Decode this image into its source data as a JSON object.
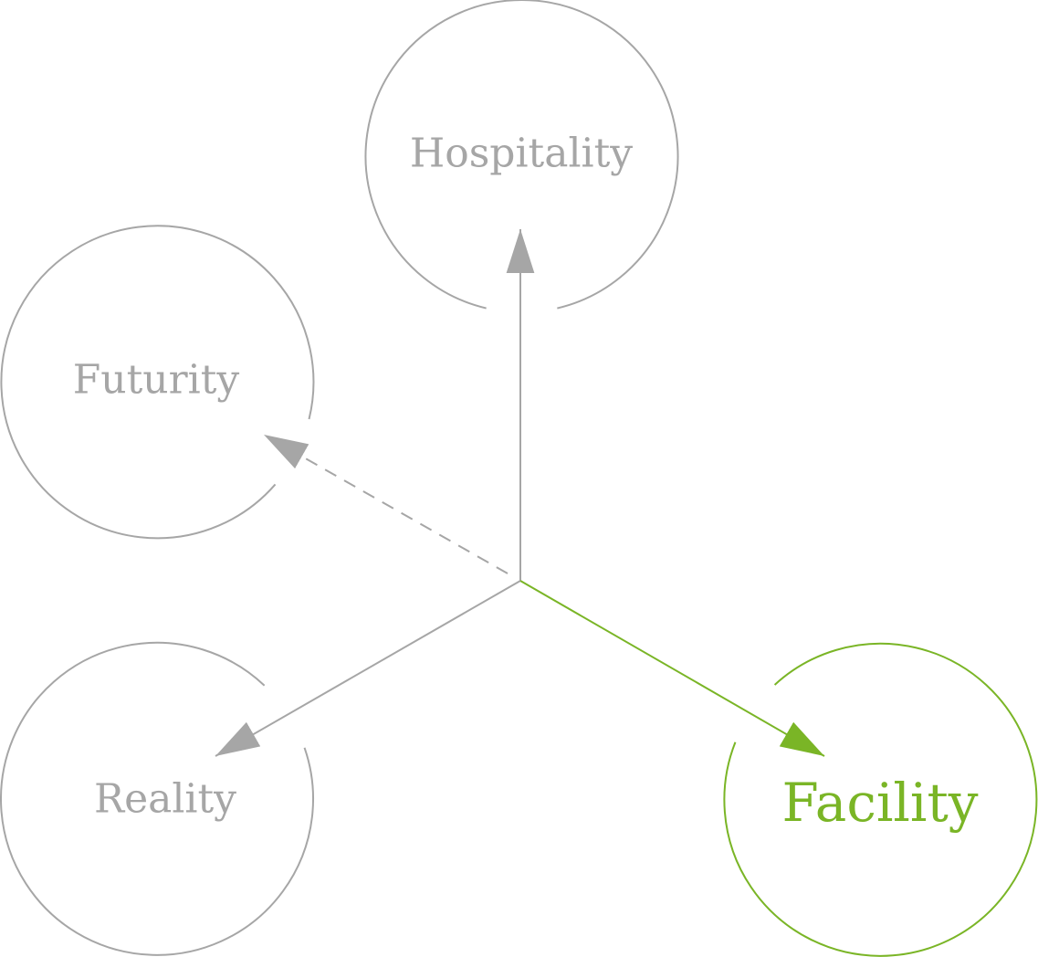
{
  "colors": {
    "muted": "#a6a6a6",
    "accent": "#7ab526",
    "background": "#ffffff"
  },
  "nodes": {
    "hospitality": {
      "label": "Hospitality",
      "state": "inactive"
    },
    "futurity": {
      "label": "Futurity",
      "state": "inactive"
    },
    "reality": {
      "label": "Reality",
      "state": "inactive"
    },
    "facility": {
      "label": "Facility",
      "state": "active"
    }
  },
  "edges": [
    {
      "from": "center",
      "to": "hospitality",
      "style": "solid",
      "state": "inactive"
    },
    {
      "from": "center",
      "to": "futurity",
      "style": "dashed",
      "state": "inactive"
    },
    {
      "from": "center",
      "to": "reality",
      "style": "solid",
      "state": "inactive"
    },
    {
      "from": "center",
      "to": "facility",
      "style": "solid",
      "state": "active"
    }
  ]
}
